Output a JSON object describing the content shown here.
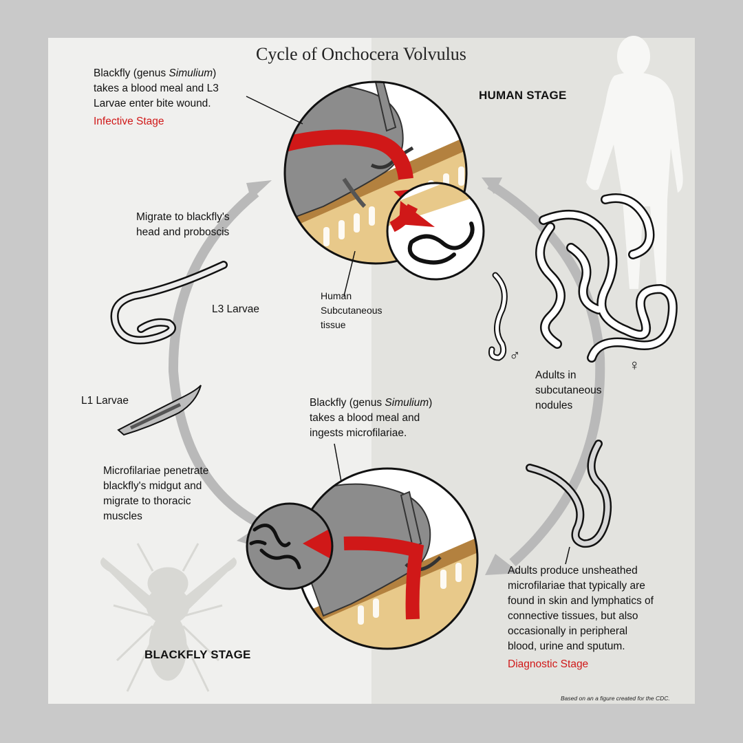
{
  "title": "Cycle of Onchocera Volvulus",
  "stages": {
    "human": "HUMAN STAGE",
    "blackfly": "BLACKFLY STAGE"
  },
  "step_bite": {
    "line1_a": "Blackfly (genus ",
    "line1_italic": "Simulium",
    "line1_b": ")",
    "line2": "takes a blood meal and L3",
    "line3": "Larvae enter bite wound.",
    "stage_label": "Infective Stage"
  },
  "tissue_label": {
    "line1": "Human",
    "line2": "Subcutaneous",
    "line3": "tissue"
  },
  "adults_nodules": {
    "line1": "Adults in",
    "line2": "subcutaneous",
    "line3": "nodules",
    "male_symbol": "♂",
    "female_symbol": "♀"
  },
  "step_microfilariae": {
    "line1": "Adults produce unsheathed",
    "line2": "microfilariae that typically are",
    "line3": "found in skin and lymphatics of",
    "line4": "connective tissues, but also",
    "line5": "occasionally in peripheral",
    "line6": "blood, urine and sputum.",
    "stage_label": "Diagnostic Stage"
  },
  "step_ingest": {
    "line1_a": "Blackfly (genus ",
    "line1_italic": "Simulium",
    "line1_b": ")",
    "line2": "takes a blood meal and",
    "line3": "ingests microfilariae."
  },
  "step_penetrate": {
    "line1": "Microfilariae penetrate",
    "line2": "blackfly's midgut and",
    "line3": "migrate to thoracic",
    "line4": "muscles"
  },
  "l1_label": "L1 Larvae",
  "l3_label": "L3 Larvae",
  "step_migrate": {
    "line1": "Migrate to blackfly's",
    "line2": "head and proboscis"
  },
  "credit": "Based on an a figure created for the CDC.",
  "colors": {
    "arrow_red": "#d01818",
    "skin_tan": "#e8c98a",
    "fly_gray": "#8c8c8c",
    "cycle_arrow": "#b9b9b9"
  }
}
